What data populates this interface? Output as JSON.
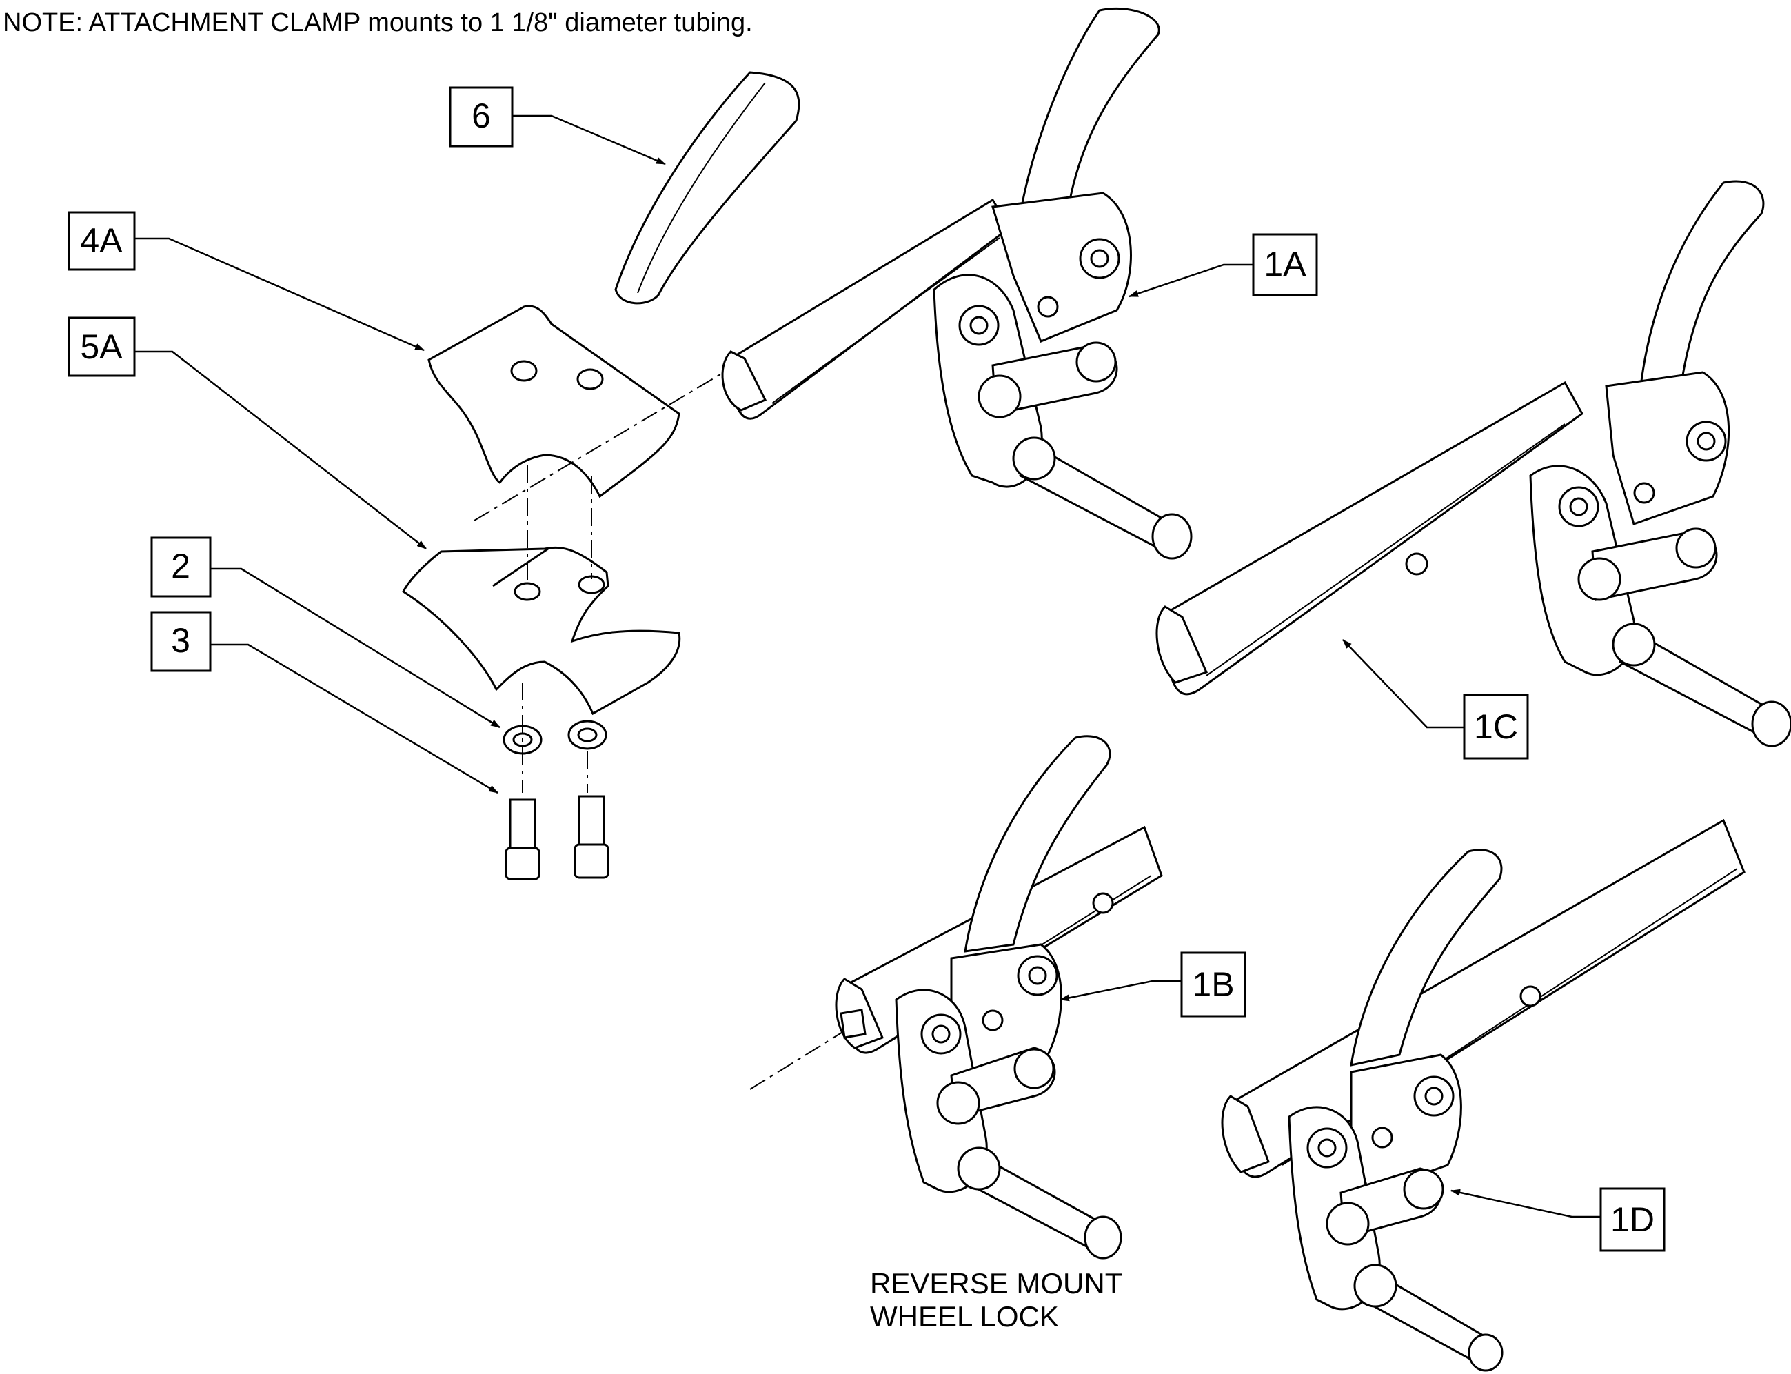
{
  "note": "NOTE: ATTACHMENT CLAMP mounts to 1 1/8\" diameter tubing.",
  "callouts": {
    "c6": "6",
    "c4a": "4A",
    "c5a": "5A",
    "c2": "2",
    "c3": "3",
    "c1a": "1A",
    "c1b": "1B",
    "c1c": "1C",
    "c1d": "1D"
  },
  "caption": {
    "line1": "REVERSE MOUNT",
    "line2": "WHEEL LOCK"
  },
  "colors": {
    "line": "#000000",
    "background": "#ffffff"
  }
}
